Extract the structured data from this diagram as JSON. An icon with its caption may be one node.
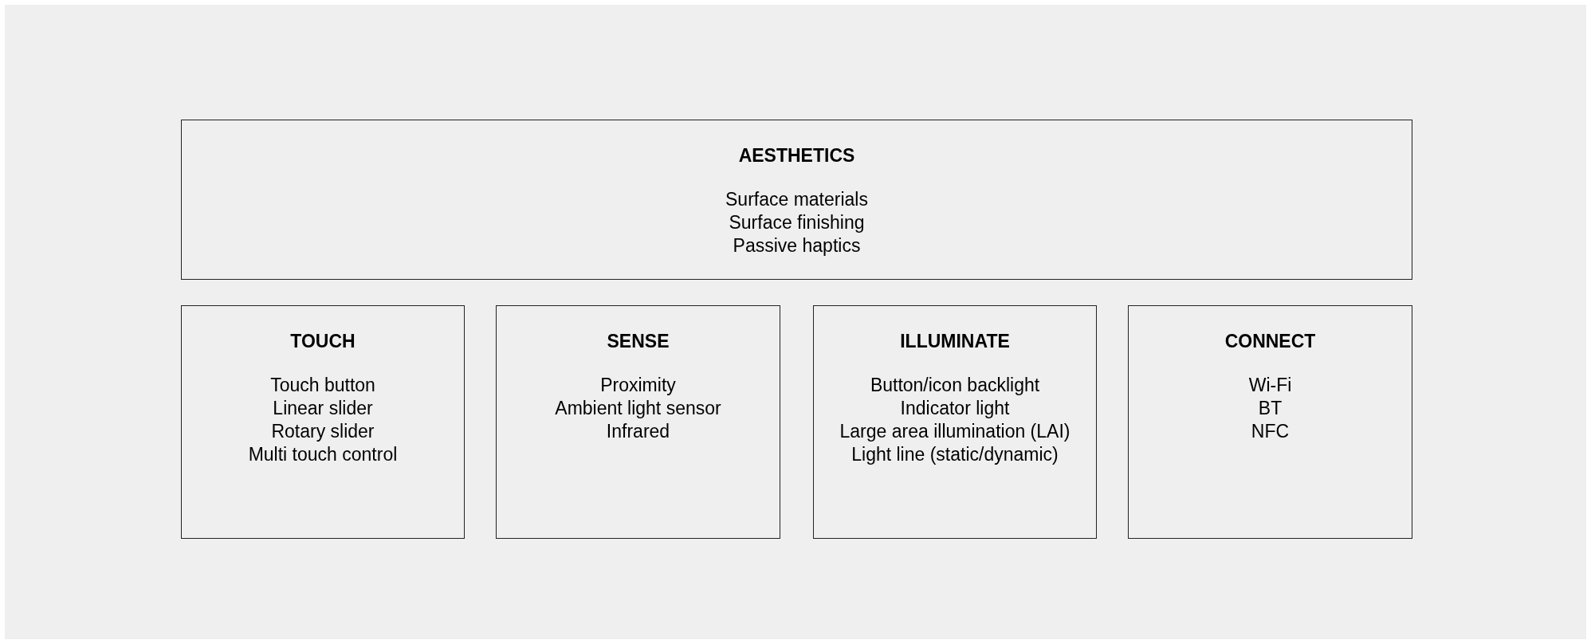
{
  "diagram": {
    "nodes": [
      {
        "text": [
          "AESTHETICS",
          "Surface materials",
          "Surface finishing",
          "Passive haptics"
        ]
      },
      {
        "text": [
          "TOUCH",
          "Touch button",
          "Linear slider",
          "Rotary slider",
          "Multi touch control"
        ]
      },
      {
        "text": [
          "SENSE",
          "Proximity",
          "Ambient light sensor",
          "Infrared"
        ]
      },
      {
        "text": [
          "ILLUMINATE",
          "Button/icon backlight",
          "Indicator light",
          "Large area illumination (LAI)",
          "Light line (static/dynamic)"
        ]
      },
      {
        "text": [
          "CONNECT",
          "Wi-Fi",
          "BT",
          "NFC"
        ]
      }
    ]
  }
}
